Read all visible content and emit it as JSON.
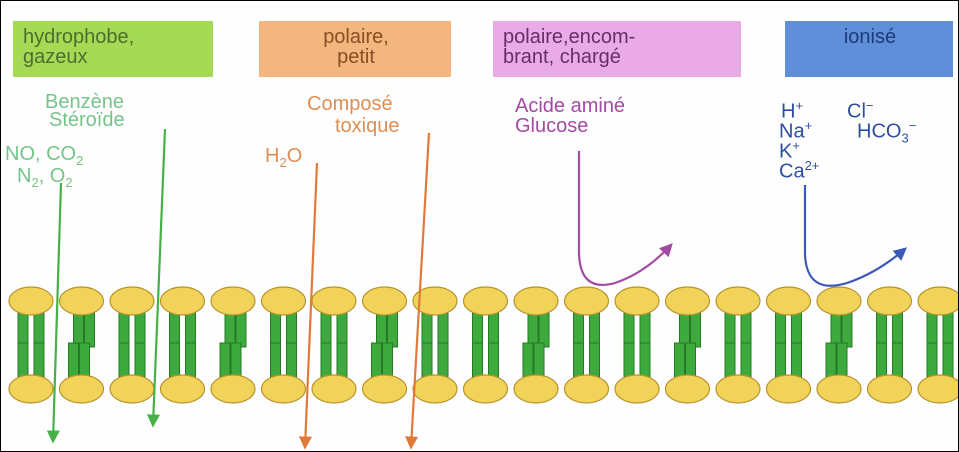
{
  "categories": {
    "hydrophobe": {
      "line1": "hydrophobe,",
      "line2": "gazeux"
    },
    "polaire": {
      "line1": "polaire,",
      "line2": "petit"
    },
    "encombrant": {
      "line1": "polaire,encom-",
      "line2": "brant, chargé"
    },
    "ionise": {
      "line1": "ionisé"
    }
  },
  "molecules": {
    "benzene": "Benzène",
    "steroide": "Stéroïde",
    "no": "NO, CO",
    "co2_sub": "2",
    "n": "N",
    "n2_sub": "2",
    "o2": ", O",
    "o2_sub": "2",
    "compose": "Composé",
    "toxique": "toxique",
    "h": "H",
    "h2o_sub": "2",
    "o": "O",
    "acide_amine": "Acide aminé",
    "glucose": "Glucose",
    "ion_h": "H",
    "ion_h_sup": "+",
    "ion_na": "Na",
    "ion_na_sup": "+",
    "ion_k": "K",
    "ion_k_sup": "+",
    "ion_ca": "Ca",
    "ion_ca_sup": "2+",
    "ion_cl": "Cl",
    "ion_cl_sup": "−",
    "ion_hco": "HCO",
    "ion_hco_sub": "3",
    "ion_hco_sup": "−"
  },
  "colors": {
    "head": "#f1d35a",
    "head_edge": "#b8942c",
    "tail": "#3eaa3e",
    "tail_dark": "#247a24",
    "arrow_green": "#48b048",
    "arrow_orange": "#e07a3c",
    "arrow_purple": "#a34aa2",
    "arrow_blue": "#3b5ab8"
  }
}
